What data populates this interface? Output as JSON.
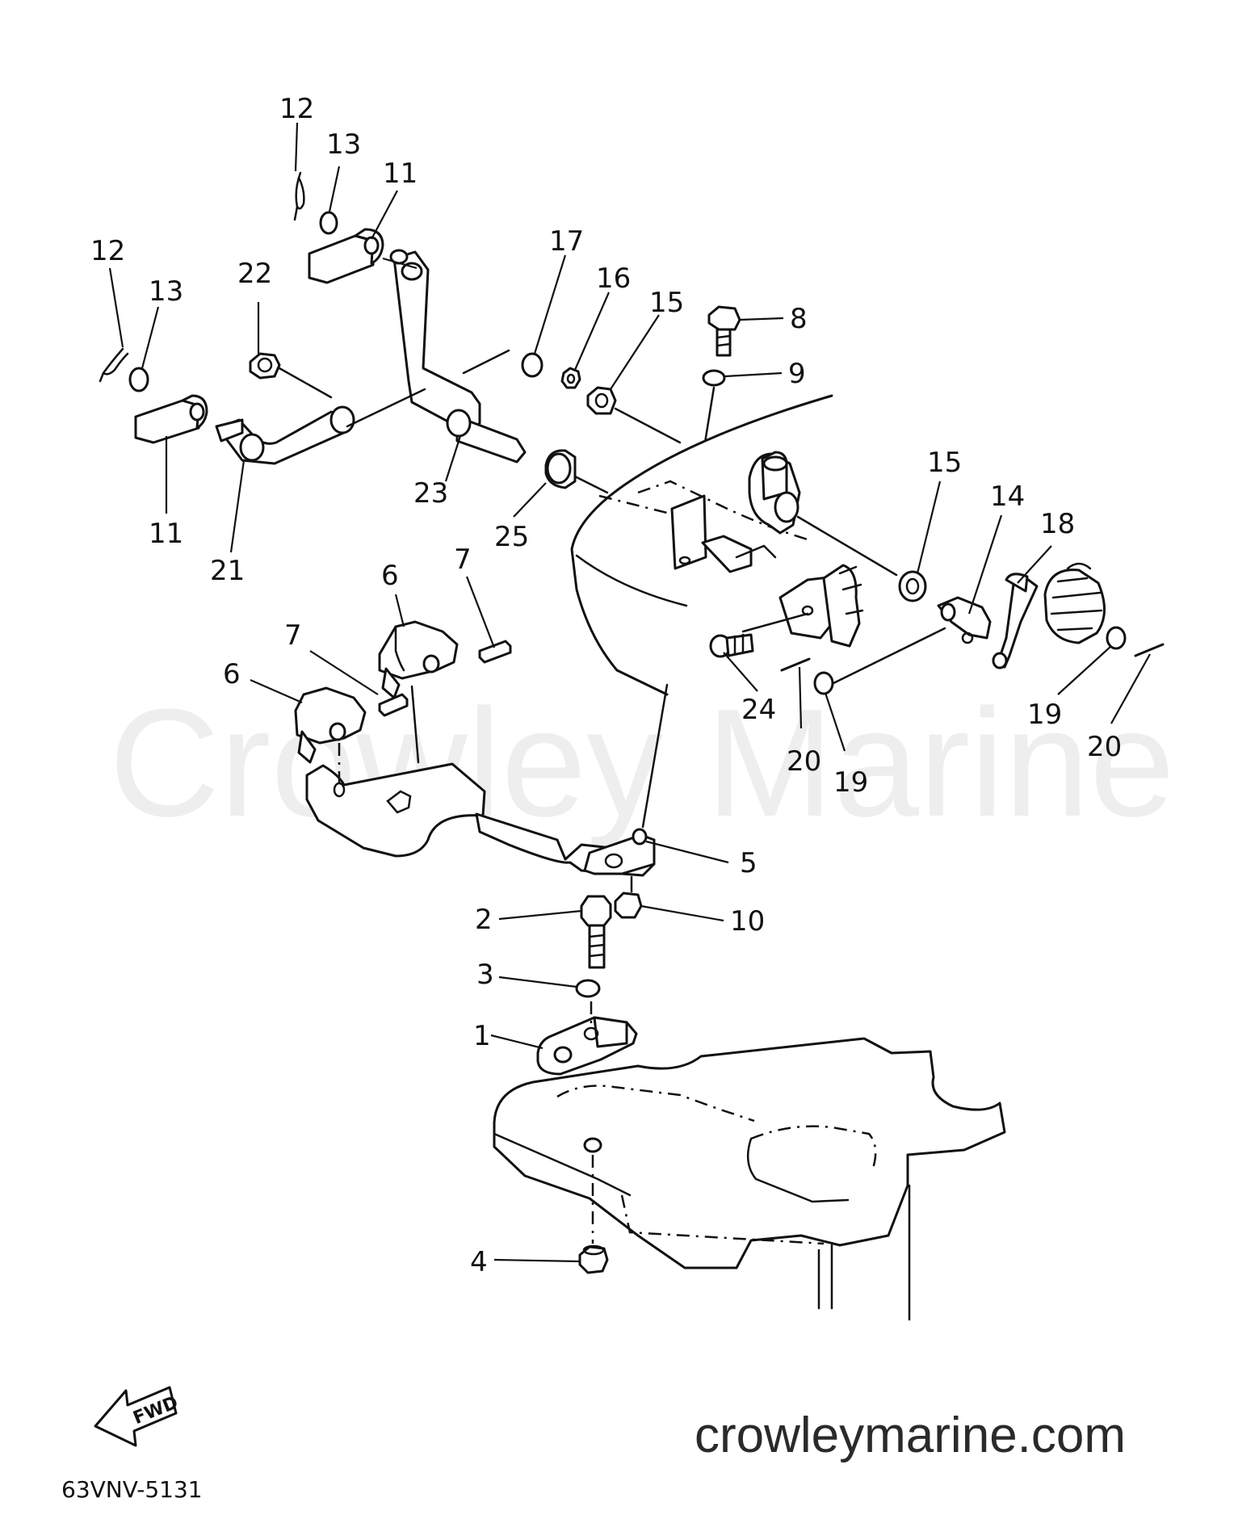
{
  "diagram": {
    "callouts": [
      {
        "id": "c12a",
        "text": "12"
      },
      {
        "id": "c13a",
        "text": "13"
      },
      {
        "id": "c11a",
        "text": "11"
      },
      {
        "id": "c12b",
        "text": "12"
      },
      {
        "id": "c13b",
        "text": "13"
      },
      {
        "id": "c22",
        "text": "22"
      },
      {
        "id": "c11b",
        "text": "11"
      },
      {
        "id": "c21",
        "text": "21"
      },
      {
        "id": "c23",
        "text": "23"
      },
      {
        "id": "c17",
        "text": "17"
      },
      {
        "id": "c16",
        "text": "16"
      },
      {
        "id": "c15a",
        "text": "15"
      },
      {
        "id": "c8",
        "text": "8"
      },
      {
        "id": "c9",
        "text": "9"
      },
      {
        "id": "c25",
        "text": "25"
      },
      {
        "id": "c15b",
        "text": "15"
      },
      {
        "id": "c14",
        "text": "14"
      },
      {
        "id": "c18",
        "text": "18"
      },
      {
        "id": "c7a",
        "text": "7"
      },
      {
        "id": "c6a",
        "text": "6"
      },
      {
        "id": "c7b",
        "text": "7"
      },
      {
        "id": "c6b",
        "text": "6"
      },
      {
        "id": "c24",
        "text": "24"
      },
      {
        "id": "c20a",
        "text": "20"
      },
      {
        "id": "c19a",
        "text": "19"
      },
      {
        "id": "c19b",
        "text": "19"
      },
      {
        "id": "c20b",
        "text": "20"
      },
      {
        "id": "c5",
        "text": "5"
      },
      {
        "id": "c2",
        "text": "2"
      },
      {
        "id": "c10",
        "text": "10"
      },
      {
        "id": "c3",
        "text": "3"
      },
      {
        "id": "c1",
        "text": "1"
      },
      {
        "id": "c4",
        "text": "4"
      }
    ],
    "watermark": "Crowley Marine",
    "website": "crowleymarine.com",
    "drawing_code": "63VNV-5131",
    "fwd_label": "FWD"
  }
}
